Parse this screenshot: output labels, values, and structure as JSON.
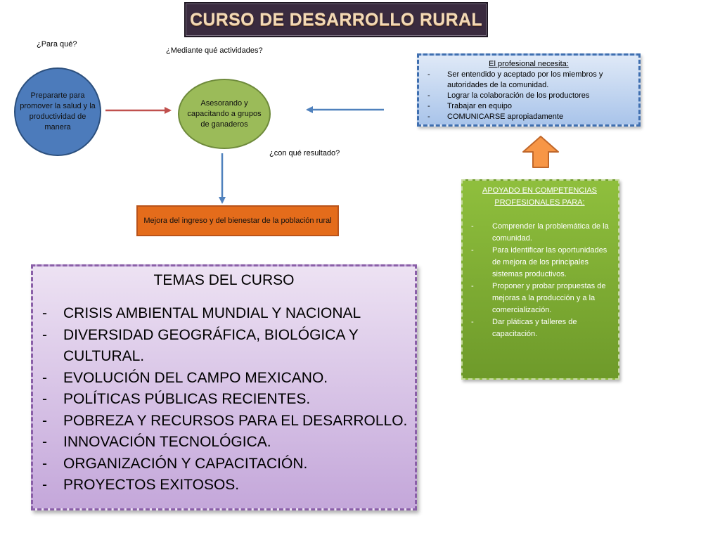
{
  "title": "CURSO DE DESARROLLO RURAL",
  "questions": {
    "para_que": "¿Para qué?",
    "mediante": "¿Mediante qué actividades?",
    "resultado": "¿con qué resultado?"
  },
  "circle_blue": "Prepararte para promover la salud y la productividad de manera",
  "circle_green": "Asesorando y capacitando a grupos de ganaderos",
  "result_box": "Mejora del ingreso y del bienestar de la población rural",
  "profesional": {
    "heading": "El profesional necesita:",
    "items": [
      "Ser entendido y aceptado por los miembros y autoridades de la comunidad.",
      "Lograr la colaboración de los productores",
      "Trabajar en equipo",
      "COMUNICARSE apropiadamente"
    ]
  },
  "competencias": {
    "heading": "APOYADO EN COMPETENCIAS PROFESIONALES PARA:",
    "items": [
      "Comprender la problemática de la comunidad.",
      "Para identificar las oportunidades de mejora de los principales sistemas productivos.",
      "Proponer y probar propuestas de mejoras a la producción y a la comercialización.",
      "Dar pláticas y talleres de capacitación."
    ]
  },
  "temas": {
    "heading": "TEMAS DEL CURSO",
    "items": [
      "CRISIS AMBIENTAL MUNDIAL Y NACIONAL",
      "DIVERSIDAD GEOGRÁFICA, BIOLÓGICA Y CULTURAL.",
      "EVOLUCIÓN DEL CAMPO MEXICANO.",
      "POLÍTICAS PÚBLICAS RECIENTES.",
      "POBREZA Y RECURSOS PARA EL DESARROLLO.",
      "INNOVACIÓN TECNOLÓGICA.",
      "ORGANIZACIÓN Y CAPACITACIÓN.",
      "PROYECTOS EXITOSOS."
    ]
  },
  "colors": {
    "title_bg": "#3a2b3f",
    "title_text": "#f2d9b6",
    "circle_blue": "#4c7bbb",
    "circle_green": "#9bbb59",
    "result_orange": "#e46c1b",
    "arrow_red": "#c0504d",
    "arrow_blue": "#4f81bd",
    "up_arrow": "#f79646"
  }
}
